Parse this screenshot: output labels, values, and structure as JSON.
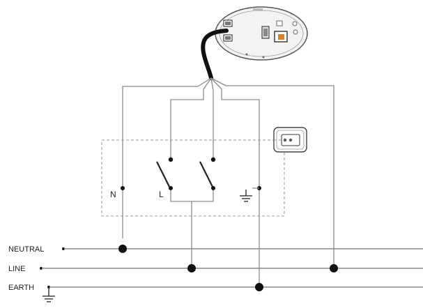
{
  "diagram": {
    "terminals": {
      "neutral": "N",
      "line": "L"
    },
    "buses": {
      "neutral": "NEUTRAL",
      "line": "LINE",
      "earth": "EARTH"
    },
    "icons": [
      "controller-module-icon",
      "switch-icon",
      "switch-icon",
      "ground-icon",
      "wall-plate-icon",
      "ground-icon"
    ]
  }
}
